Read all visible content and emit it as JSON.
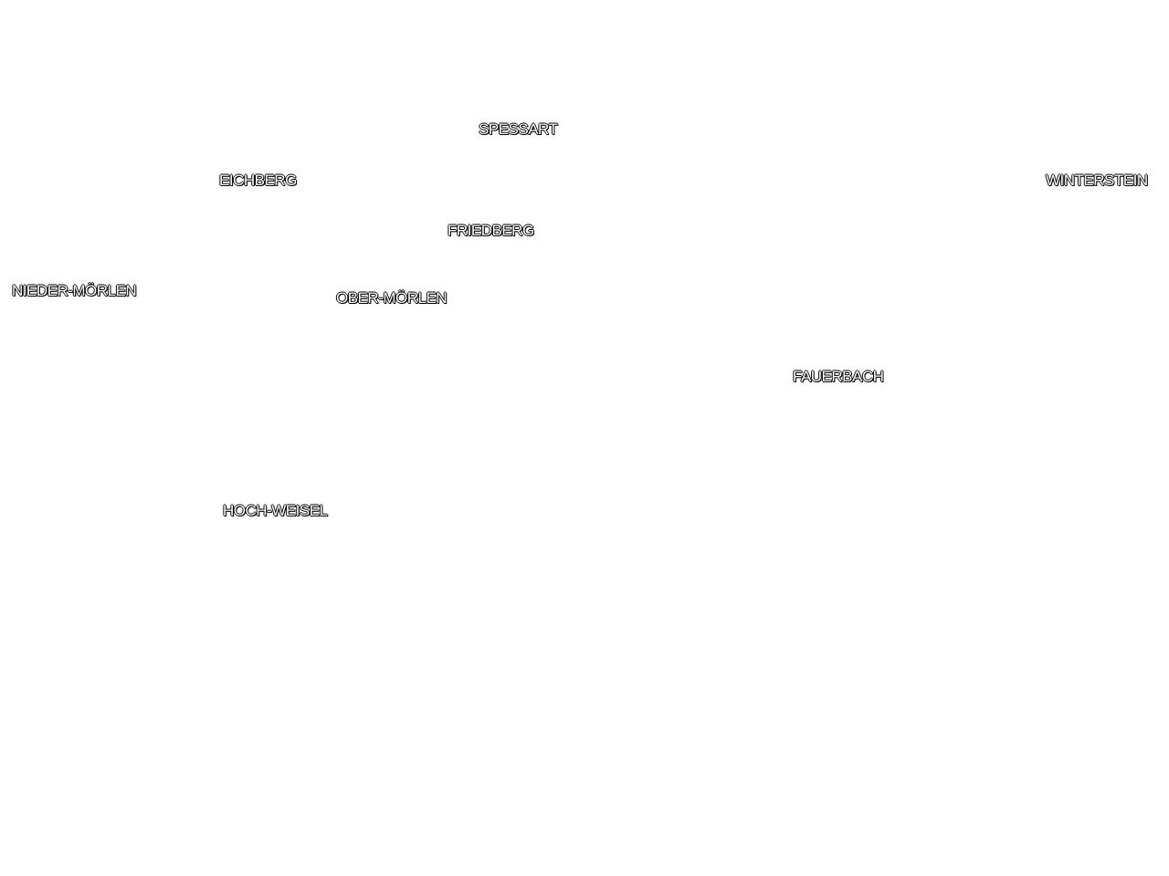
{
  "map": {
    "background_color": "#ffffff",
    "label_fill_color": "#ffffff",
    "label_outline_color": "#000000",
    "places": {
      "spessart": "SPESSART",
      "eichberg": "EICHBERG",
      "winterstein": "WINTERSTEIN",
      "friedberg": "FRIEDBERG",
      "nieder_morlen": "NIEDER-MÖRLEN",
      "ober_morlen": "OBER-MÖRLEN",
      "fauerbach": "FAUERBACH",
      "hoch_weisel": "HOCH-WEISEL"
    }
  }
}
